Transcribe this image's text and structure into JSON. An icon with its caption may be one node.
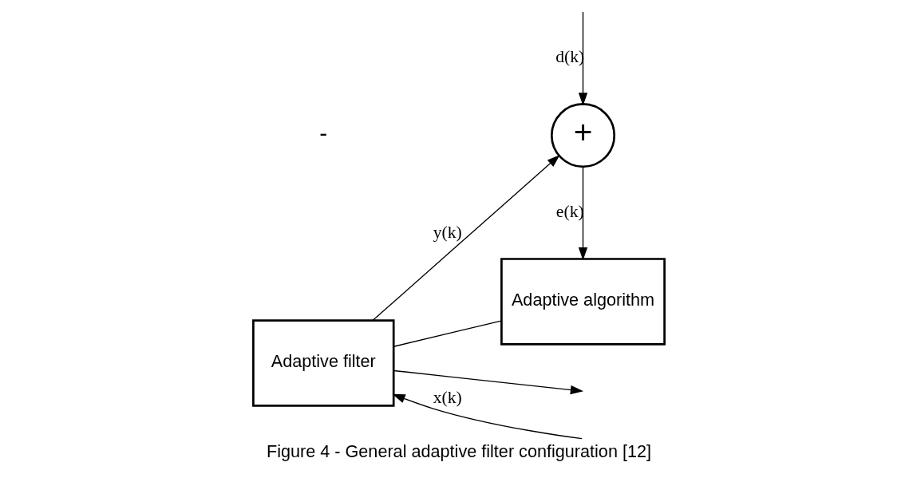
{
  "diagram": {
    "caption": "Figure 4 - General adaptive filter configuration [12]",
    "nodes": [
      {
        "text": [
          "Adaptive filter"
        ]
      },
      {
        "text": [
          "+"
        ]
      },
      {
        "text": [
          "Adaptive algorithm"
        ]
      }
    ],
    "edges": [
      {
        "from": null,
        "to": 0,
        "arrow": "to",
        "label": "x(k)"
      },
      {
        "from": 0,
        "to": 1,
        "arrow": "to",
        "label": "y(k)"
      },
      {
        "from": null,
        "to": 1,
        "arrow": "to",
        "label": "d(k)"
      },
      {
        "from": 1,
        "to": 2,
        "arrow": "to",
        "label": "e(k)"
      },
      {
        "from": 2,
        "to": 0,
        "arrow": "none"
      },
      {
        "from": 0,
        "to": null,
        "arrow": "to"
      }
    ],
    "labels": [
      "-"
    ]
  }
}
